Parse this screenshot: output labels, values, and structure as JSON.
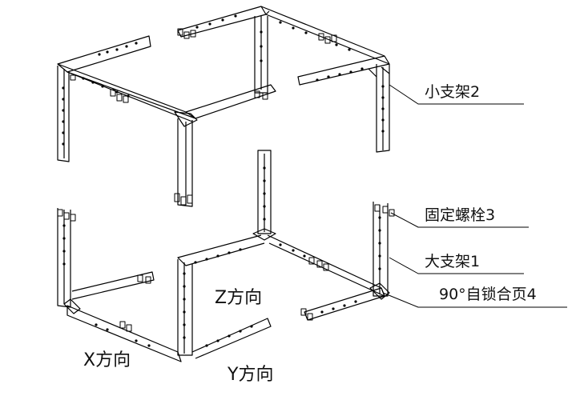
{
  "labels": {
    "small_bracket": "小支架2",
    "fixing_bolt": "固定螺栓3",
    "large_bracket": "大支架1",
    "hinge": "90°自锁合页4"
  },
  "directions": {
    "z": "Z方向",
    "x": "X方向",
    "y": "Y方向"
  },
  "colors": {
    "line": "#000000",
    "background": "#ffffff"
  }
}
